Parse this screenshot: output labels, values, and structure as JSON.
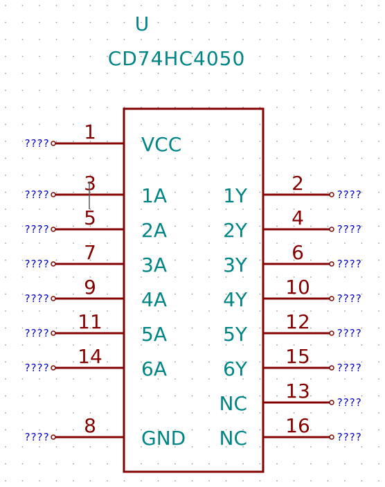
{
  "component": {
    "reference": "U",
    "value": "CD74HC4050"
  },
  "colors": {
    "body_outline": "#840000",
    "pin_line": "#840000",
    "pin_number": "#840000",
    "pin_name": "#008484",
    "net_label": "#0000c8",
    "grid_dot": "#9a9a9a"
  },
  "unconnected_label": "????",
  "left_pins": [
    {
      "number": "1",
      "name": "VCC"
    },
    {
      "number": "3",
      "name": "1A"
    },
    {
      "number": "5",
      "name": "2A"
    },
    {
      "number": "7",
      "name": "3A"
    },
    {
      "number": "9",
      "name": "4A"
    },
    {
      "number": "11",
      "name": "5A"
    },
    {
      "number": "14",
      "name": "6A"
    },
    {
      "number": "8",
      "name": "GND"
    }
  ],
  "right_pins": [
    {
      "number": "2",
      "name": "1Y"
    },
    {
      "number": "4",
      "name": "2Y"
    },
    {
      "number": "6",
      "name": "3Y"
    },
    {
      "number": "10",
      "name": "4Y"
    },
    {
      "number": "12",
      "name": "5Y"
    },
    {
      "number": "15",
      "name": "6Y"
    },
    {
      "number": "13",
      "name": "NC"
    },
    {
      "number": "16",
      "name": "NC"
    }
  ]
}
